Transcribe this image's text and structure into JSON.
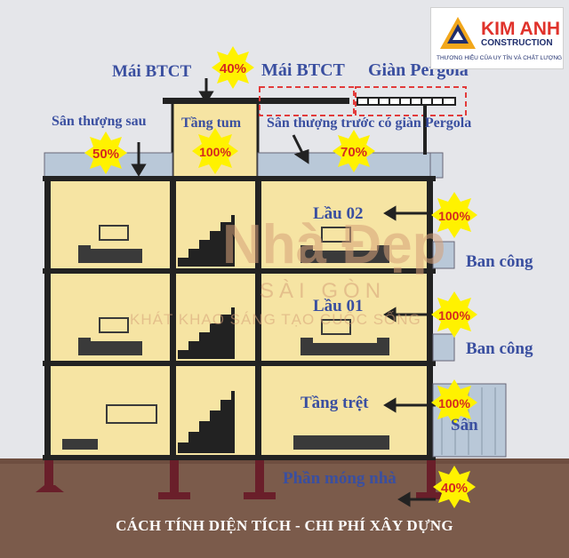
{
  "labels": {
    "mai_btct_left": "Mái BTCT",
    "mai_btct_right": "Mái BTCT",
    "gian_pergola": "Giàn Pergola",
    "san_thuong_sau": "Sân thượng sau",
    "tang_tum": "Tầng tum",
    "san_thuong_truoc": "Sân thượng trước có giàn Pergola",
    "lau_02": "Lầu 02",
    "lau_01": "Lầu 01",
    "tang_tret": "Tầng trệt",
    "ban_cong_1": "Ban công",
    "ban_cong_2": "Ban công",
    "san": "Sân",
    "phan_mong": "Phần móng nhà"
  },
  "badges": {
    "mai": "40%",
    "san_thuong_sau": "50%",
    "tang_tum": "100%",
    "san_thuong_truoc": "70%",
    "lau_02": "100%",
    "lau_01": "100%",
    "tang_tret": "100%",
    "mong": "40%"
  },
  "caption": "CÁCH TÍNH DIỆN TÍCH - CHI PHÍ XÂY DỰNG",
  "logo": {
    "name": "KIM ANH",
    "sub": "CONSTRUCTION",
    "tagline": "THƯƠNG HIỆU CỦA UY TÍN VÀ CHẤT LƯỢNG"
  },
  "watermark": {
    "main": "Nhà Đẹp",
    "sub": "SÀI GÒN",
    "slogan": "KHÁT KHAO SÁNG TẠO CUỘC SỐNG"
  },
  "colors": {
    "label_blue": "#3a4fa0",
    "badge_yellow": "#fff200",
    "badge_text": "#d52a1f",
    "room_fill": "#f6e4a3",
    "roof_fill": "#b9c8d8",
    "ground": "#7a5a4a",
    "foundation": "#6a1f2a"
  }
}
